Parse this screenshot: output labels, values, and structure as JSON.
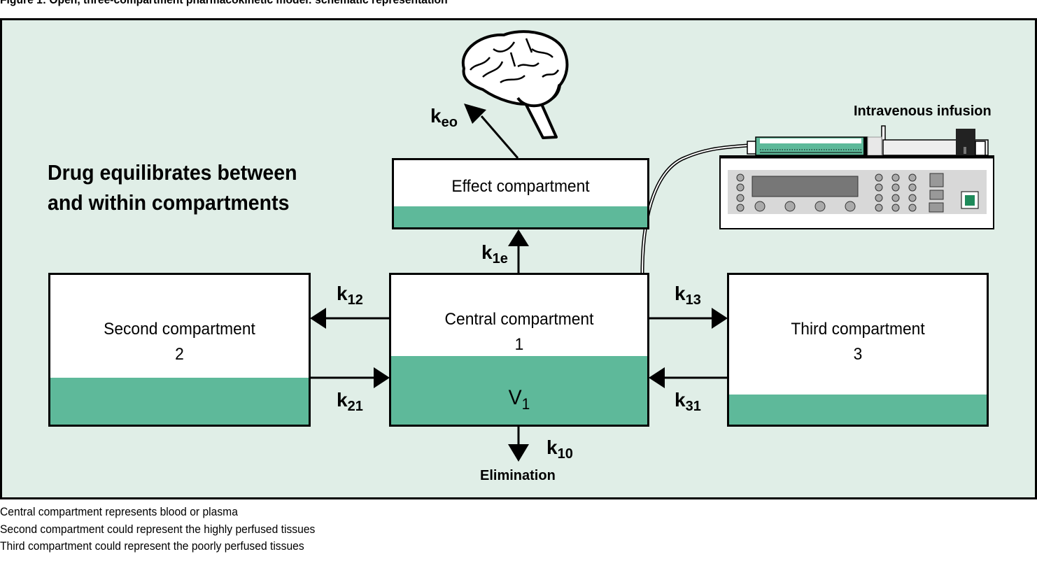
{
  "figure": {
    "title": "Figure 1: Open, three-compartment pharmacokinetic model: schematic representation",
    "heading_line1": "Drug equilibrates between",
    "heading_line2": "and within compartments",
    "colors": {
      "background": "#e0eee7",
      "fluid": "#5eb99a",
      "box": "#ffffff",
      "stroke": "#000000"
    }
  },
  "compartments": {
    "central": {
      "name": "Central compartment",
      "number": "1",
      "volume_label": "V",
      "volume_sub": "1"
    },
    "second": {
      "name": "Second compartment",
      "number": "2"
    },
    "third": {
      "name": "Third compartment",
      "number": "3"
    },
    "effect": {
      "name": "Effect compartment"
    }
  },
  "rate_constants": {
    "k12": {
      "k": "k",
      "sub": "12"
    },
    "k21": {
      "k": "k",
      "sub": "21"
    },
    "k13": {
      "k": "k",
      "sub": "13"
    },
    "k31": {
      "k": "k",
      "sub": "31"
    },
    "k10": {
      "k": "k",
      "sub": "10"
    },
    "k1e": {
      "k": "k",
      "sub": "1e"
    },
    "keo": {
      "k": "k",
      "sub": "eo"
    }
  },
  "labels": {
    "elimination": "Elimination",
    "infusion": "Intravenous infusion"
  },
  "icons": {
    "brain": "brain-icon",
    "pump": "syringe-pump-icon"
  },
  "notes": [
    "Central compartment represents blood or plasma",
    "Second compartment could represent the highly perfused tissues",
    "Third compartment could represent the poorly perfused tissues"
  ]
}
